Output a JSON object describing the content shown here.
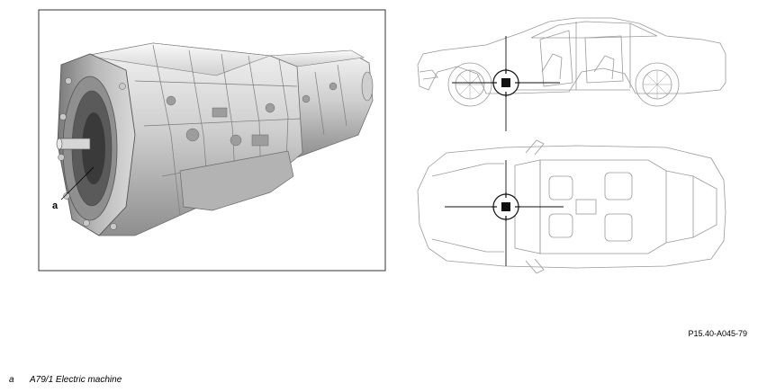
{
  "figure": {
    "callout_label": "a",
    "figure_code": "P15.40-A045-79"
  },
  "legend": [
    {
      "key": "a",
      "text": "A79/1 Electric machine"
    }
  ],
  "colors": {
    "frame": "#333333",
    "line": "#8a8a8a",
    "metal_light": "#e6e6e6",
    "metal_mid": "#bdbdbd",
    "metal_dark": "#6b6b6b",
    "marker": "#111111"
  },
  "icons": {
    "marker": "crosshair-marker-icon"
  }
}
